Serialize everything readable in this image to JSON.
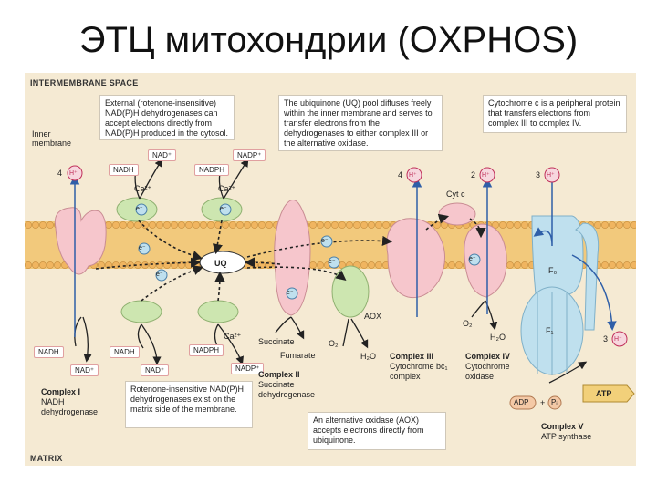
{
  "title": "ЭТЦ митохондрии (OXPHOS)",
  "regions": {
    "ims": "INTERMEMBRANE SPACE",
    "matrix": "MATRIX",
    "inner_membrane": "Inner membrane"
  },
  "notes": {
    "external": "External (rotenone-insensitive) NAD(P)H dehydrogenases can accept electrons directly from NAD(P)H produced in the cytosol.",
    "uq_pool": "The ubiquinone (UQ) pool diffuses freely within the inner membrane and serves to transfer electrons from the dehydrogenases to either complex III or the alternative oxidase.",
    "cytc": "Cytochrome c is a peripheral protein that transfers electrons from complex III to complex IV.",
    "internal": "Rotenone-insensitive NAD(P)H dehydrogenases exist on the matrix side of the membrane.",
    "aox": "An alternative oxidase (AOX) accepts electrons directly from ubiquinone."
  },
  "molecules": {
    "nadh": "NADH",
    "nad": "NAD⁺",
    "nadph": "NADPH",
    "nadp": "NADP⁺",
    "ca": "Ca²⁺",
    "uq": "UQ",
    "succinate": "Succinate",
    "fumarate": "Fumarate",
    "o2": "O₂",
    "h2o": "H₂O",
    "adp": "ADP",
    "pi": "Pᵢ",
    "plus": "+",
    "atp": "ATP",
    "cytc": "Cyt c",
    "aox": "AOX",
    "fo": "F₀",
    "f1": "F₁",
    "electron": "e⁻",
    "proton": "H⁺"
  },
  "proton_counts": {
    "c1": "4",
    "c3": "4",
    "c4": "2",
    "c5_in": "3",
    "c5_out": "3"
  },
  "complexes": {
    "c1": {
      "name": "Complex I",
      "desc": "NADH dehydrogenase"
    },
    "c2": {
      "name": "Complex II",
      "desc": "Succinate dehydrogenase"
    },
    "c3": {
      "name": "Complex III",
      "desc": "Cytochrome bc₁ complex"
    },
    "c4": {
      "name": "Complex IV",
      "desc": "Cytochrome oxidase"
    },
    "c5": {
      "name": "Complex V",
      "desc": "ATP synthase"
    }
  },
  "colors": {
    "background": "#f5ead3",
    "membrane": "#f2c97c",
    "complex_pink": "#f6c6cc",
    "enzyme_green": "#cde6b0",
    "synthase_blue": "#bfe0ee",
    "proton_arrow": "#2f5fa8",
    "proton_circle": "#c0305a"
  }
}
